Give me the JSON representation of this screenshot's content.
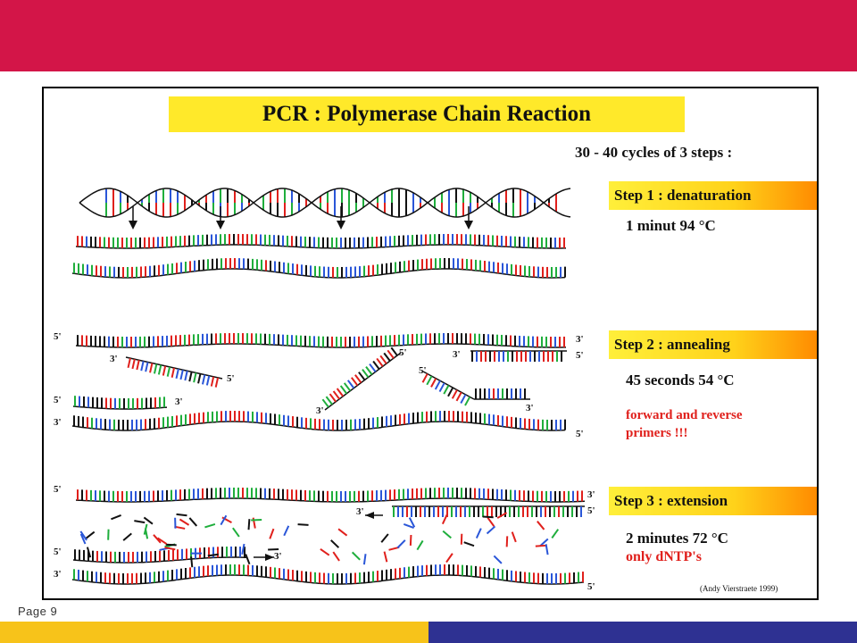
{
  "footer": {
    "page_label": "Page 9"
  },
  "figure": {
    "title": "PCR : Polymerase Chain Reaction",
    "cycles": "30 - 40 cycles of 3 steps :",
    "steps": [
      {
        "label": "Step 1 : denaturation",
        "detail": "1 minut 94 °C",
        "note": ""
      },
      {
        "label": "Step 2 : annealing",
        "detail": "45 seconds 54 °C",
        "note": "forward and reverse primers !!!"
      },
      {
        "label": "Step 3 : extension",
        "detail": "2 minutes 72 °C",
        "note": "only dNTP's"
      }
    ],
    "note_line1": "forward and reverse",
    "note_line2": "primers !!!",
    "credit": "(Andy Vierstraete 1999)",
    "strand_labels": {
      "five": "5'",
      "three": "3'"
    },
    "colors": {
      "red": "#e0201c",
      "green": "#1fae3c",
      "blue": "#2a56d8",
      "black": "#111111"
    }
  },
  "theme": {
    "top_band": "#d31548",
    "bottom_yellow": "#f7c31a",
    "bottom_blue": "#2e3192",
    "title_yellow": "#ffe92a"
  }
}
